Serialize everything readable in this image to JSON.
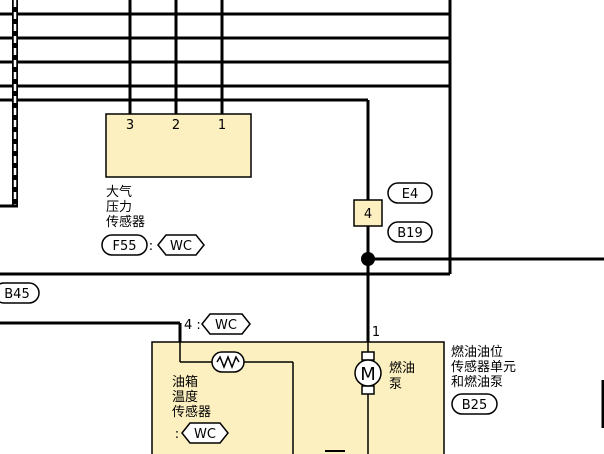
{
  "colors": {
    "wire": "#000000",
    "component_fill": "#fcf0c0",
    "background": "#ffffff"
  },
  "baro_sensor": {
    "name_lines": [
      "大气",
      "压力",
      "传感器"
    ],
    "pins": [
      "3",
      "2",
      "1"
    ],
    "connector": "F55",
    "separator": ":",
    "harness": "WC"
  },
  "splice_connector": {
    "pin": "4",
    "connectors": [
      "E4",
      "B19"
    ]
  },
  "left_connector": "B45",
  "fuel_unit": {
    "name_lines": [
      "燃油油位",
      "传感器单元",
      "和燃油泵"
    ],
    "connector": "B25",
    "pump_pin": "1",
    "pump_label_lines": [
      "燃油",
      "泵"
    ],
    "motor_symbol": "M",
    "temp_sensor_label_lines": [
      "油箱",
      "温度",
      "传感器"
    ],
    "temp_pin_prefix": "4 :",
    "temp_pin_harness": "WC",
    "temp_sensor_separator": ":",
    "temp_sensor_harness": "WC"
  }
}
